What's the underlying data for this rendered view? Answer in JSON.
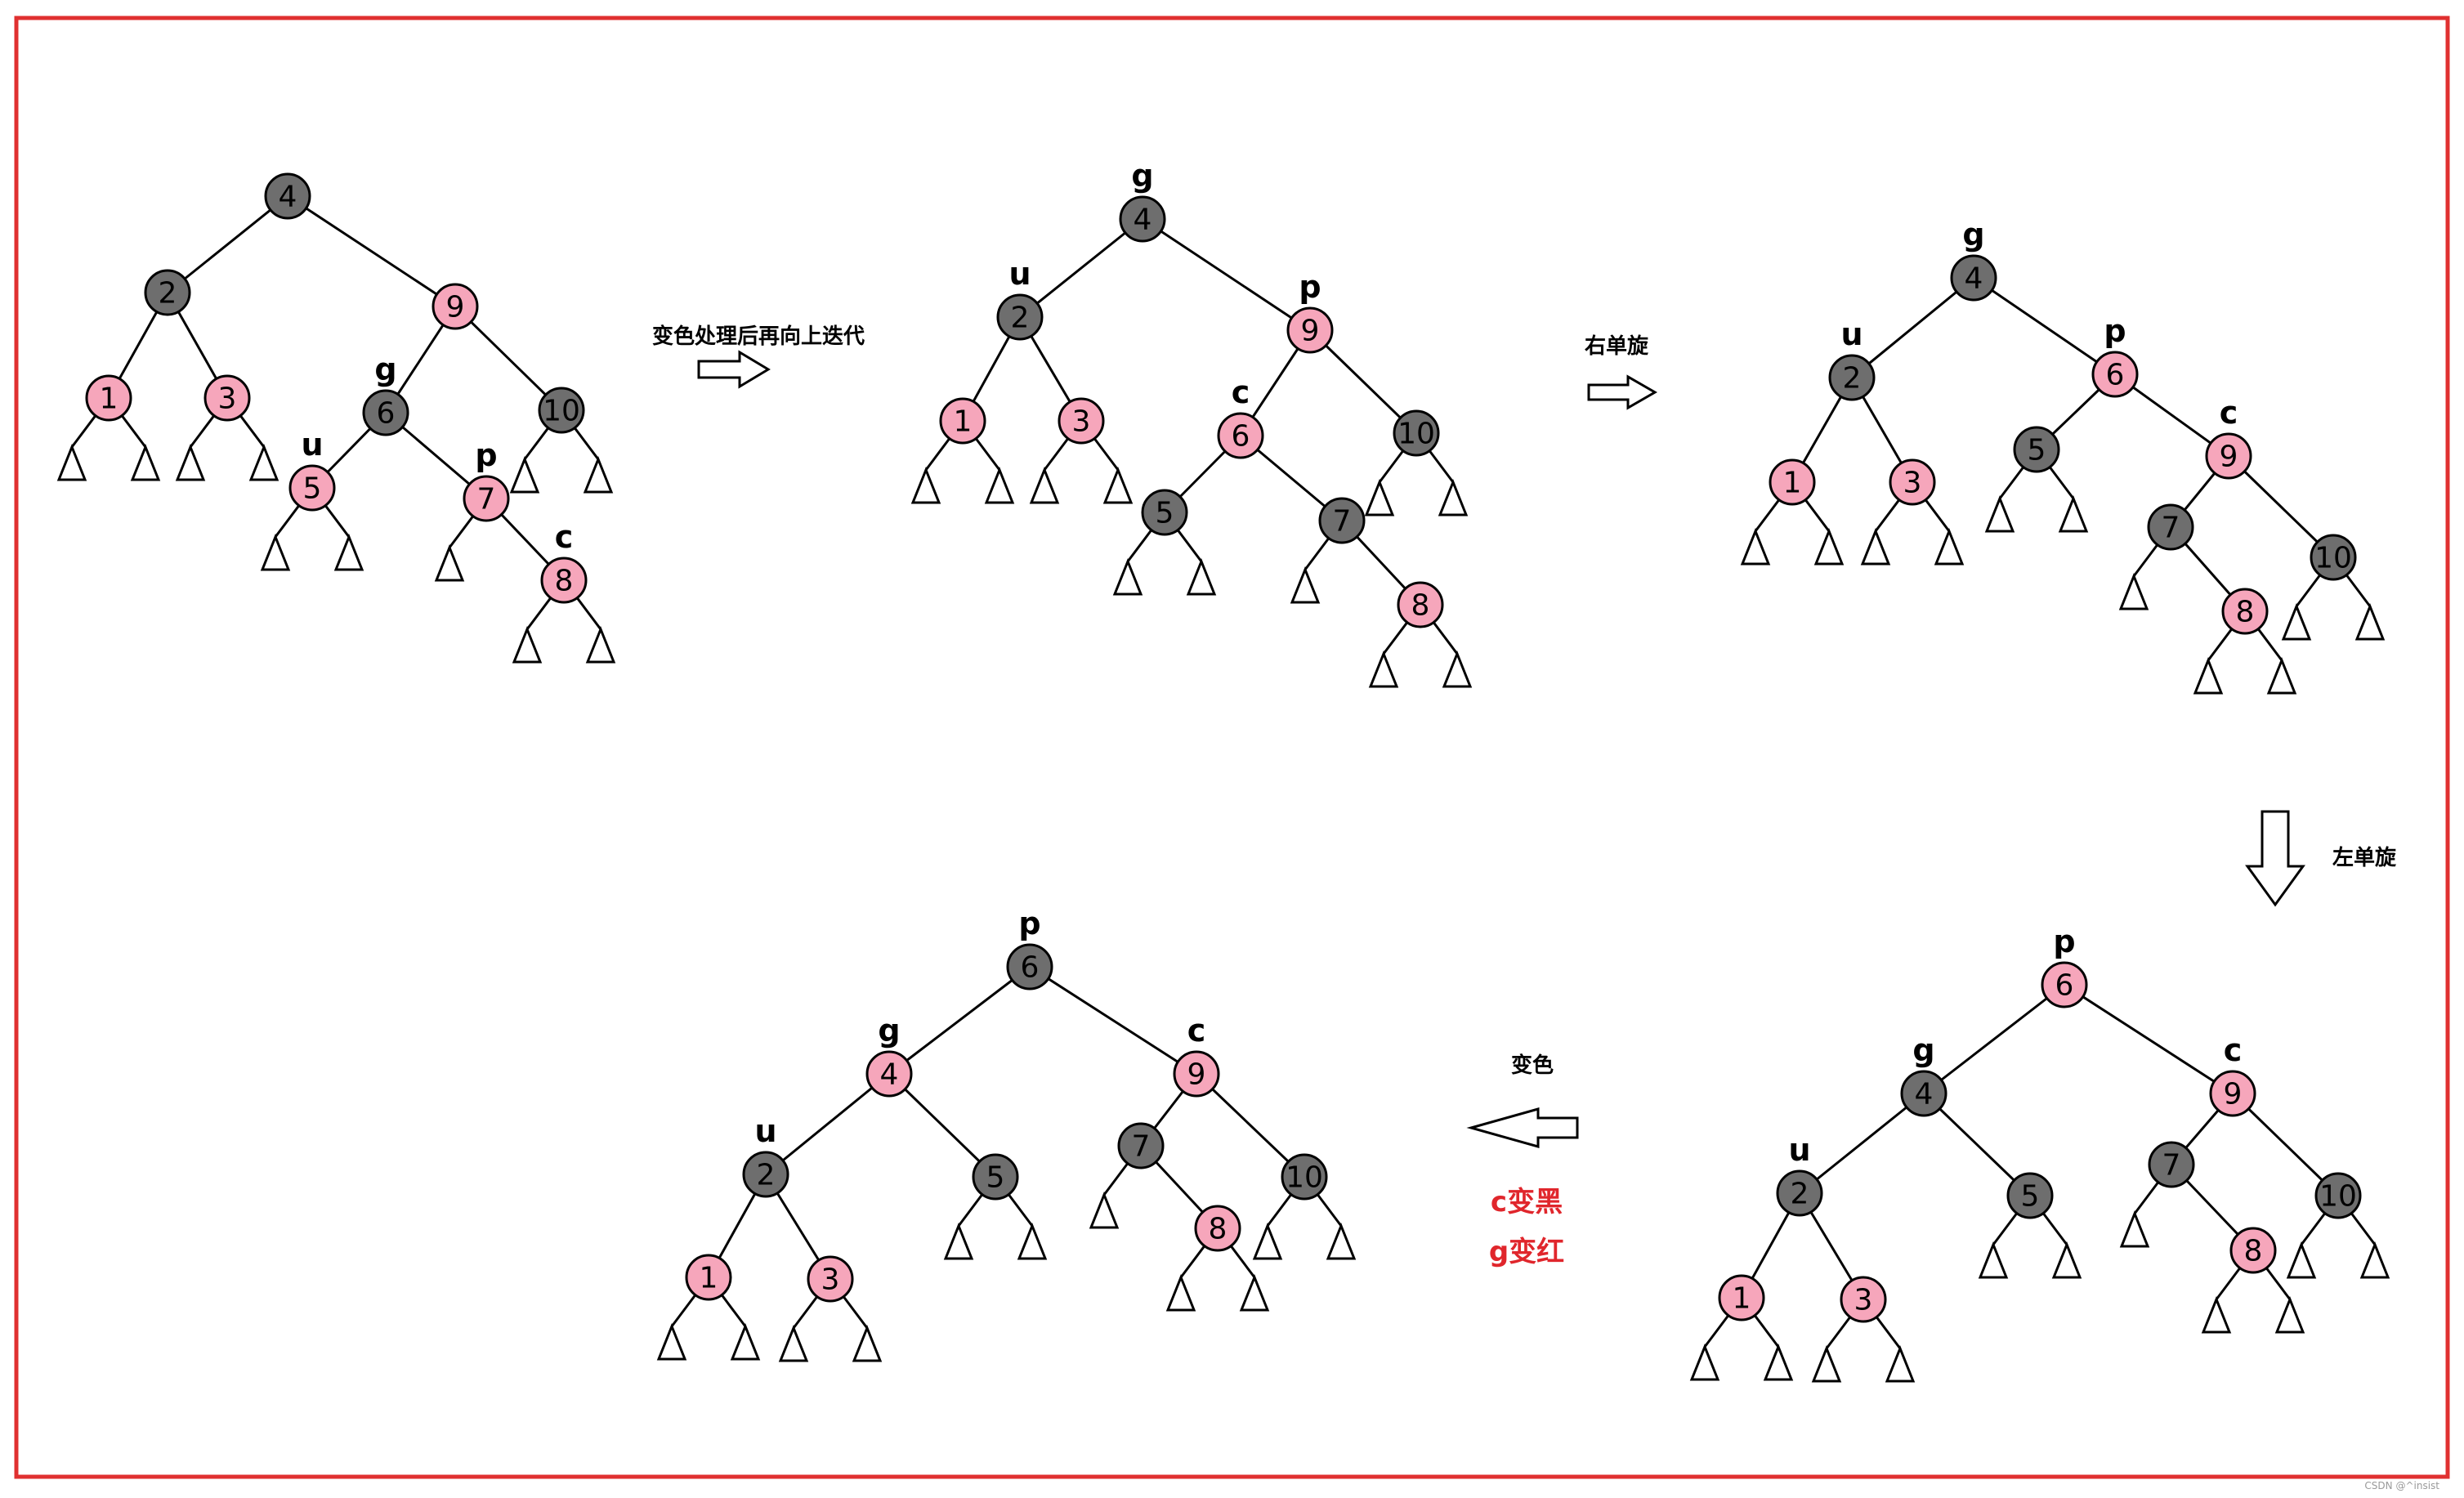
{
  "colors": {
    "black_node": "#6e6e6e",
    "red_node": "#f6a6bb",
    "frame": "#e03030",
    "note": "#e0262c",
    "line": "#000000"
  },
  "diagrams": [
    {
      "id": "t1",
      "nodes": [
        {
          "k": "4",
          "c": "black"
        },
        {
          "k": "2",
          "c": "black",
          "p": "4"
        },
        {
          "k": "9",
          "c": "red",
          "p": "4"
        },
        {
          "k": "1",
          "c": "red",
          "p": "2",
          "nil": 2
        },
        {
          "k": "3",
          "c": "red",
          "p": "2",
          "nil": 2
        },
        {
          "k": "6",
          "c": "black",
          "p": "9",
          "tag": "g"
        },
        {
          "k": "10",
          "c": "black",
          "p": "9",
          "nil": 2
        },
        {
          "k": "5",
          "c": "red",
          "p": "6",
          "tag": "u",
          "nil": 2
        },
        {
          "k": "7",
          "c": "red",
          "p": "6",
          "tag": "p",
          "nil": 1
        },
        {
          "k": "8",
          "c": "red",
          "p": "7",
          "tag": "c",
          "nil": 2
        }
      ]
    },
    {
      "id": "t2",
      "nodes": [
        {
          "k": "4",
          "c": "black",
          "tag": "g"
        },
        {
          "k": "2",
          "c": "black",
          "p": "4",
          "tag": "u"
        },
        {
          "k": "9",
          "c": "red",
          "p": "4",
          "tag": "p"
        },
        {
          "k": "1",
          "c": "red",
          "p": "2",
          "nil": 2
        },
        {
          "k": "3",
          "c": "red",
          "p": "2",
          "nil": 2
        },
        {
          "k": "6",
          "c": "red",
          "p": "9",
          "tag": "c"
        },
        {
          "k": "10",
          "c": "black",
          "p": "9",
          "nil": 2
        },
        {
          "k": "5",
          "c": "black",
          "p": "6",
          "nil": 2
        },
        {
          "k": "7",
          "c": "black",
          "p": "6",
          "nil": 1
        },
        {
          "k": "8",
          "c": "red",
          "p": "7",
          "nil": 2
        }
      ]
    },
    {
      "id": "t3",
      "nodes": [
        {
          "k": "4",
          "c": "black",
          "tag": "g"
        },
        {
          "k": "2",
          "c": "black",
          "p": "4",
          "tag": "u"
        },
        {
          "k": "6",
          "c": "red",
          "p": "4",
          "tag": "p"
        },
        {
          "k": "1",
          "c": "red",
          "p": "2",
          "nil": 2
        },
        {
          "k": "3",
          "c": "red",
          "p": "2",
          "nil": 2
        },
        {
          "k": "5",
          "c": "black",
          "p": "6",
          "nil": 2
        },
        {
          "k": "9",
          "c": "red",
          "p": "6",
          "tag": "c"
        },
        {
          "k": "7",
          "c": "black",
          "p": "9",
          "nil": 1
        },
        {
          "k": "10",
          "c": "black",
          "p": "9",
          "nil": 2
        },
        {
          "k": "8",
          "c": "red",
          "p": "7",
          "nil": 2
        }
      ]
    },
    {
      "id": "t4",
      "nodes": [
        {
          "k": "6",
          "c": "red",
          "tag": "p"
        },
        {
          "k": "4",
          "c": "black",
          "p": "6",
          "tag": "g"
        },
        {
          "k": "9",
          "c": "red",
          "p": "6",
          "tag": "c"
        },
        {
          "k": "2",
          "c": "black",
          "p": "4",
          "tag": "u"
        },
        {
          "k": "5",
          "c": "black",
          "p": "4",
          "nil": 2
        },
        {
          "k": "7",
          "c": "black",
          "p": "9",
          "nil": 1
        },
        {
          "k": "10",
          "c": "black",
          "p": "9",
          "nil": 2
        },
        {
          "k": "1",
          "c": "red",
          "p": "2",
          "nil": 2
        },
        {
          "k": "3",
          "c": "red",
          "p": "2",
          "nil": 2
        },
        {
          "k": "8",
          "c": "red",
          "p": "7",
          "nil": 2
        }
      ]
    },
    {
      "id": "t5",
      "nodes": [
        {
          "k": "6",
          "c": "black",
          "tag": "p"
        },
        {
          "k": "4",
          "c": "red",
          "p": "6",
          "tag": "g"
        },
        {
          "k": "9",
          "c": "red",
          "p": "6",
          "tag": "c"
        },
        {
          "k": "2",
          "c": "black",
          "p": "4",
          "tag": "u"
        },
        {
          "k": "5",
          "c": "black",
          "p": "4",
          "nil": 2
        },
        {
          "k": "7",
          "c": "black",
          "p": "9",
          "nil": 1
        },
        {
          "k": "10",
          "c": "black",
          "p": "9",
          "nil": 2
        },
        {
          "k": "1",
          "c": "red",
          "p": "2",
          "nil": 2
        },
        {
          "k": "3",
          "c": "red",
          "p": "2",
          "nil": 2
        },
        {
          "k": "8",
          "c": "red",
          "p": "7",
          "nil": 2
        }
      ]
    }
  ],
  "steps": {
    "recolor_iterate": "变色处理后再向上迭代",
    "rotate_right": "右单旋",
    "rotate_left": "左单旋",
    "recolor": "变色"
  },
  "notes": {
    "c_black": "c变黑",
    "g_red": "g变红"
  },
  "watermark": "CSDN @^insist"
}
